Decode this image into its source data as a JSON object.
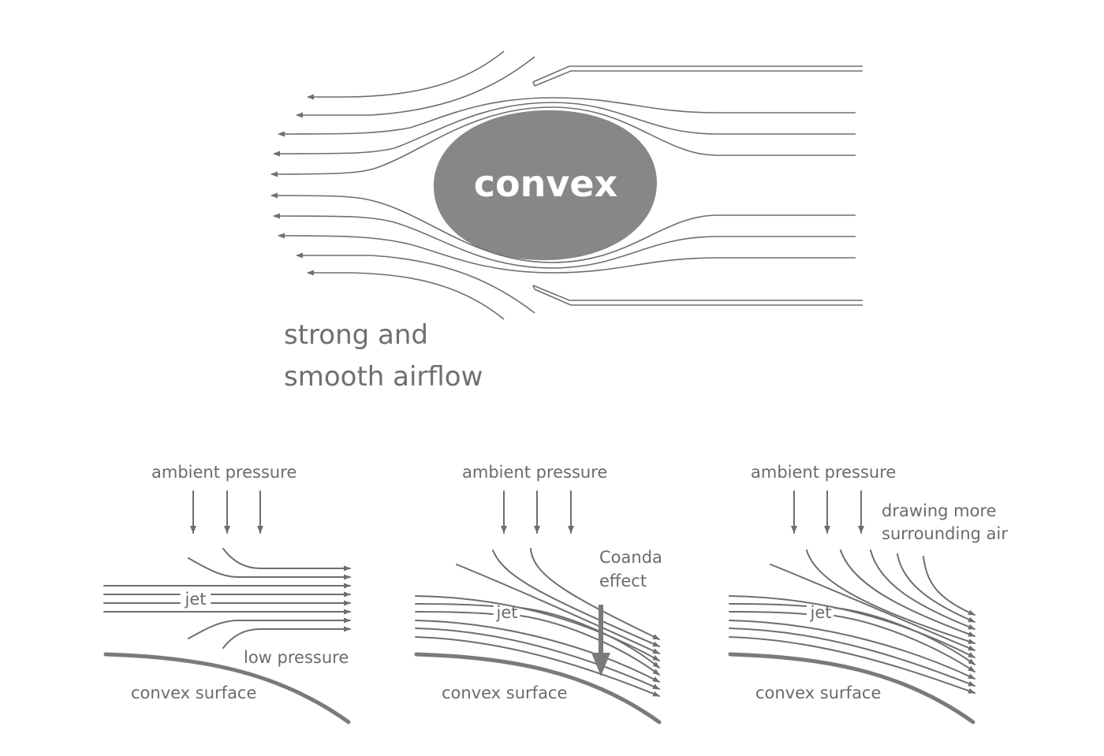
{
  "main_diagram": {
    "body_label": "convex",
    "caption_line1": "strong and",
    "caption_line2": "smooth airflow",
    "body_color": "#878787",
    "line_color": "#6e6e6e"
  },
  "panels": [
    {
      "ambient_label": "ambient pressure",
      "jet_label": "jet",
      "note_label": "low pressure",
      "surface_label": "convex surface"
    },
    {
      "ambient_label": "ambient pressure",
      "jet_label": "jet",
      "effect_line1": "Coanda",
      "effect_line2": "effect",
      "surface_label": "convex surface"
    },
    {
      "ambient_label": "ambient pressure",
      "jet_label": "jet",
      "note_line1": "drawing more",
      "note_line2": "surrounding air",
      "surface_label": "convex surface"
    }
  ]
}
